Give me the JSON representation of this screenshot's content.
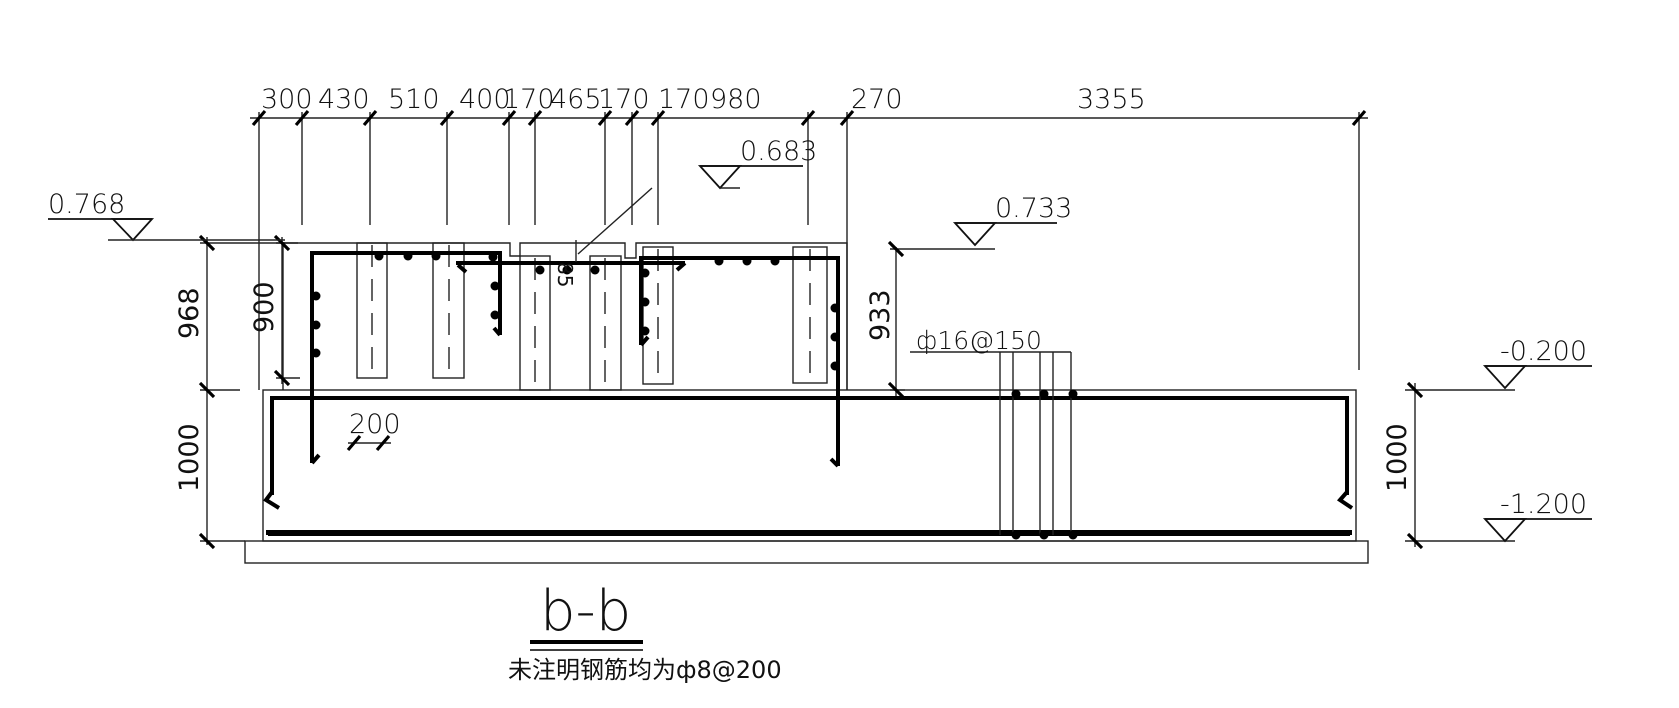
{
  "drawing": {
    "top_dimensions": [
      "300",
      "430",
      "510",
      "400",
      "170",
      "465",
      "170",
      "170",
      "980",
      "270",
      "3355"
    ],
    "left_dimensions": [
      "968",
      "900",
      "1000"
    ],
    "right_dimensions": [
      "933",
      "1000"
    ],
    "inner_dimensions": [
      "200",
      "85"
    ],
    "elevations": [
      "0.768",
      "0.683",
      "0.733",
      "-0.200",
      "-1.200"
    ],
    "rebar_label": "ф16@150",
    "section_title": "b-b",
    "note": "未注明钢筋均为ф8@200"
  }
}
